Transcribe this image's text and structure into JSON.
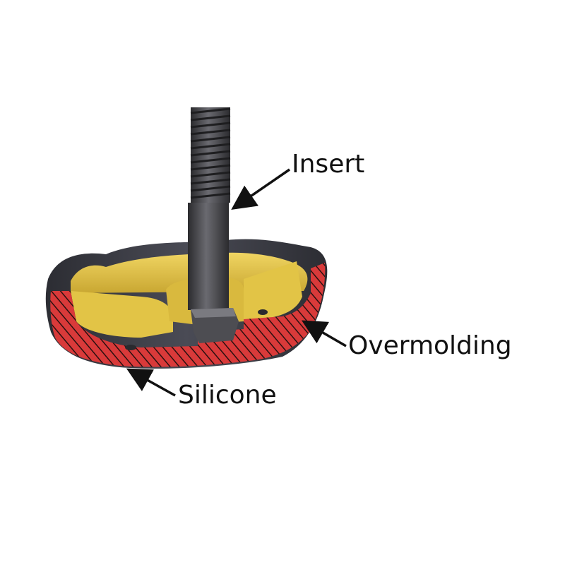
{
  "labels": {
    "insert": "Insert",
    "overmolding": "Overmolding",
    "silicone": "Silicone"
  },
  "colors": {
    "background": "#ffffff",
    "silicone_fill": "#d93a3a",
    "hatch": "#2a1010",
    "overmolding_inner": "#e3c548",
    "overmolding_shadow": "#b89a28",
    "outer_shell": "#3a3b44",
    "insert_metal": "#4a4a4e",
    "text": "#111111"
  }
}
